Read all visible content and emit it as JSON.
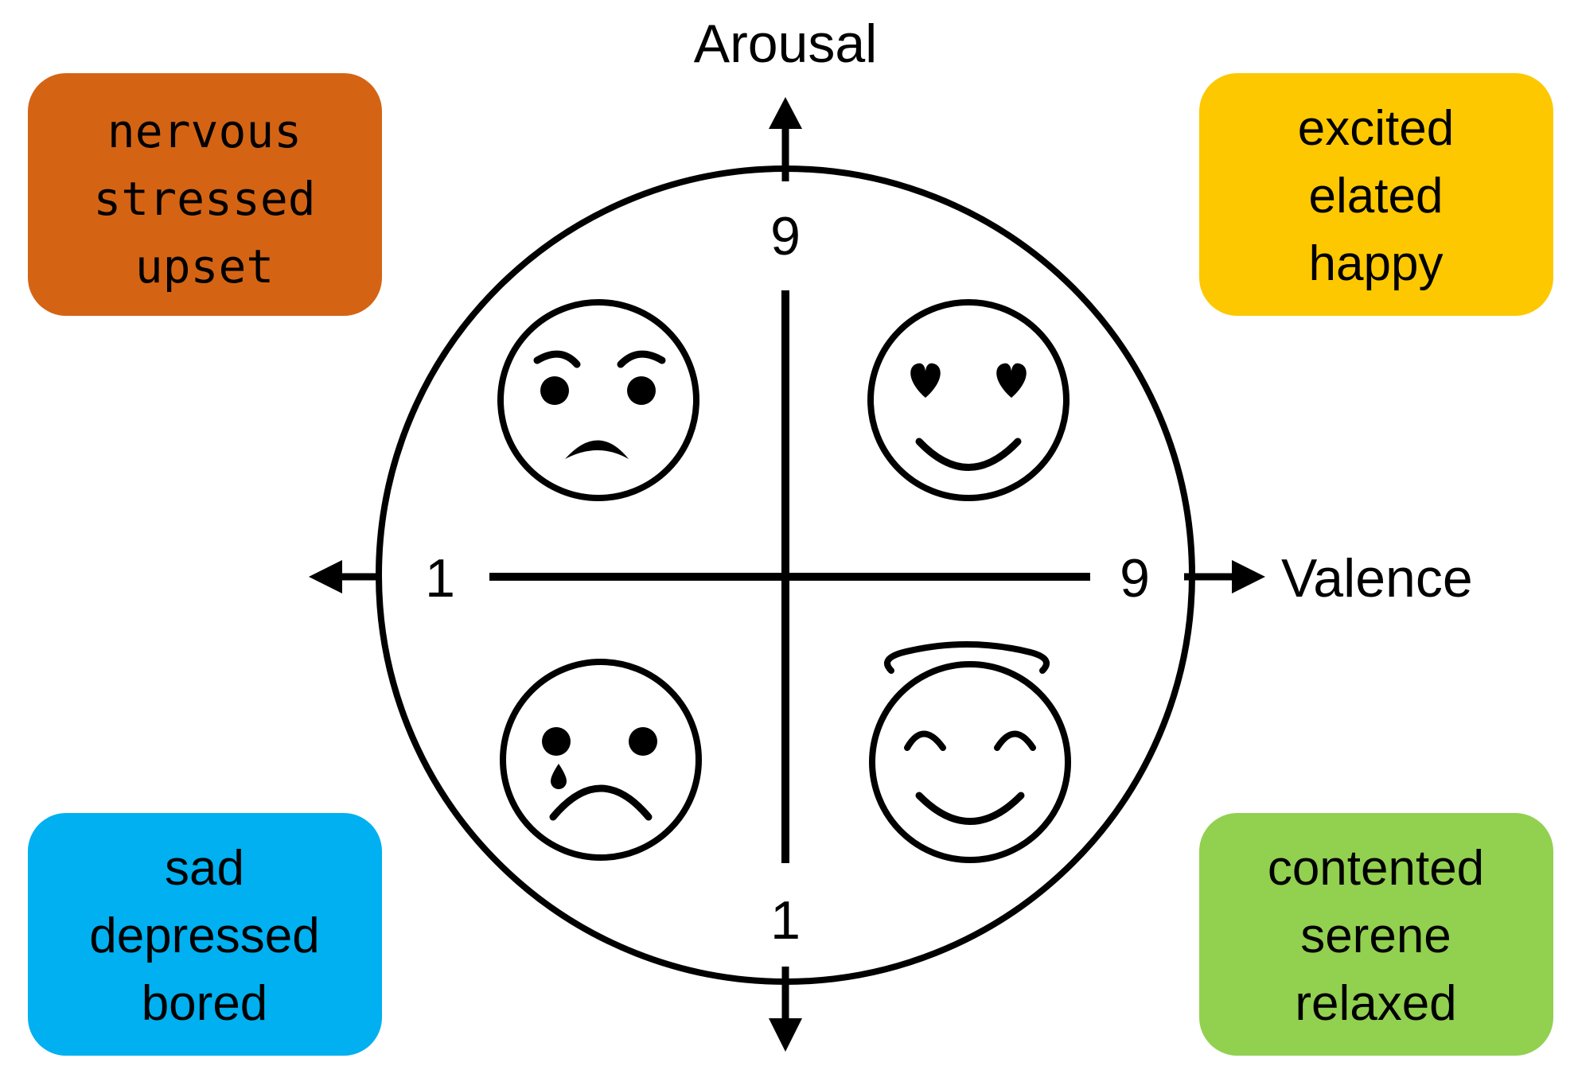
{
  "axes": {
    "y_label": "Arousal",
    "x_label": "Valence",
    "y_max": "9",
    "y_min": "1",
    "x_min": "1",
    "x_max": "9"
  },
  "quadrants": {
    "top_left": {
      "words": [
        "nervous",
        "stressed",
        "upset"
      ],
      "color": "#d46414",
      "icon": "angry-face-icon"
    },
    "top_right": {
      "words": [
        "excited",
        "elated",
        "happy"
      ],
      "color": "#fdc800",
      "icon": "heart-eyes-face-icon"
    },
    "bottom_left": {
      "words": [
        "sad",
        "depressed",
        "bored"
      ],
      "color": "#00b0f0",
      "icon": "crying-face-icon"
    },
    "bottom_right": {
      "words": [
        "contented",
        "serene",
        "relaxed"
      ],
      "color": "#92d050",
      "icon": "halo-smiling-face-icon"
    }
  }
}
